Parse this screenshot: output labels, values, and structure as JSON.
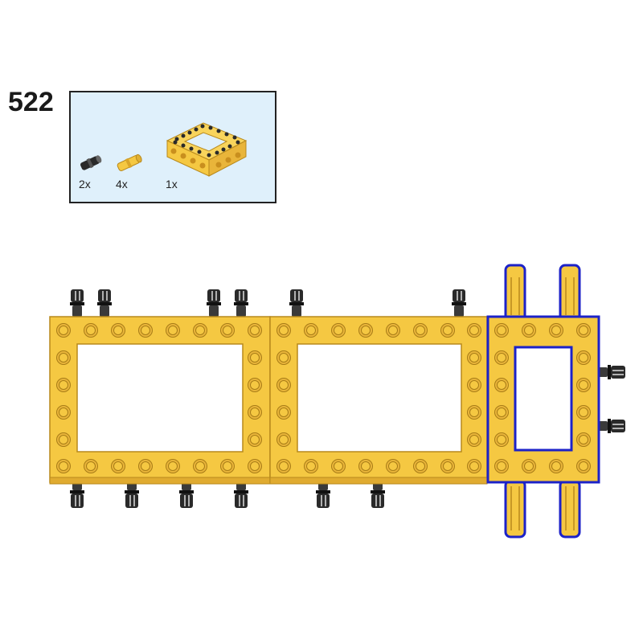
{
  "step": {
    "number": "522"
  },
  "parts_list": {
    "items": [
      {
        "part": "black-pin-icon",
        "quantity": "2x"
      },
      {
        "part": "yellow-axle-pin-icon",
        "quantity": "4x"
      },
      {
        "part": "yellow-open-frame-icon",
        "quantity": "1x"
      }
    ]
  },
  "colors": {
    "frame_yellow": "#f5c842",
    "frame_edge": "#b8891c",
    "pin_black": "#2a2a2a",
    "highlight_blue": "#1c22c8",
    "callout_bg": "#dff0fb"
  }
}
